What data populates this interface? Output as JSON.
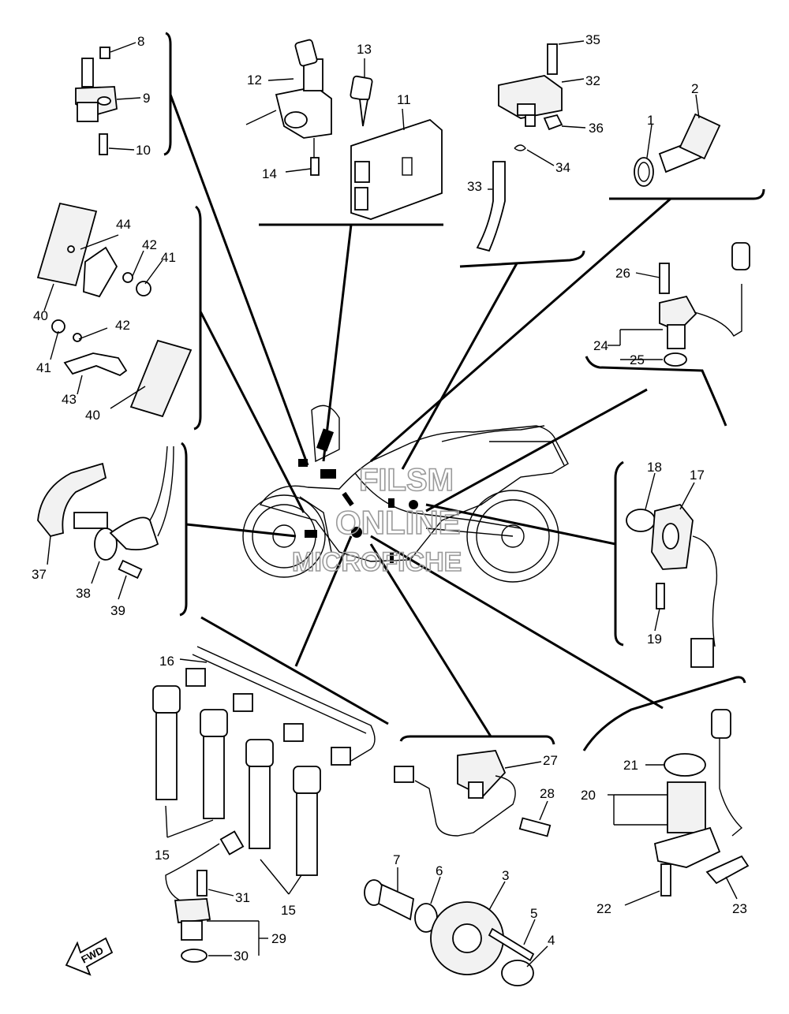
{
  "callouts": {
    "c1": "1",
    "c2": "2",
    "c3": "3",
    "c4": "4",
    "c5": "5",
    "c6": "6",
    "c7": "7",
    "c8": "8",
    "c9": "9",
    "c10": "10",
    "c11": "11",
    "c12": "12",
    "c13": "13",
    "c14": "14",
    "c15a": "15",
    "c15b": "15",
    "c16": "16",
    "c17": "17",
    "c18": "18",
    "c19": "19",
    "c20": "20",
    "c21": "21",
    "c22": "22",
    "c23": "23",
    "c24": "24",
    "c25": "25",
    "c26": "26",
    "c27": "27",
    "c28": "28",
    "c29": "29",
    "c30": "30",
    "c31": "31",
    "c32": "32",
    "c33": "33",
    "c34": "34",
    "c35": "35",
    "c36": "36",
    "c37": "37",
    "c38": "38",
    "c39": "39",
    "c40a": "40",
    "c40b": "40",
    "c41a": "41",
    "c41b": "41",
    "c42a": "42",
    "c42b": "42",
    "c43": "43",
    "c44": "44"
  },
  "watermark": {
    "line1": "FILSM",
    "line2": "ONLINE",
    "line3": "MICROFICHE"
  },
  "fwd_label": "FWD"
}
